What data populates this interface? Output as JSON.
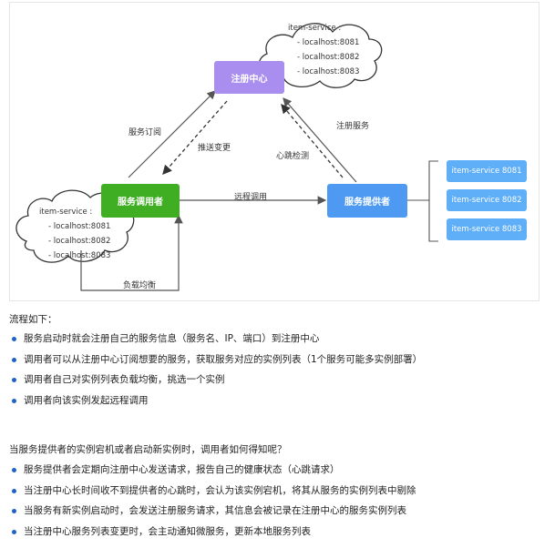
{
  "diagram": {
    "registry_label": "注册中心",
    "consumer_label": "服务调用者",
    "provider_label": "服务提供者",
    "registry_cloud": {
      "title": "item-service :",
      "lines": [
        "- localhost:8081",
        "- localhost:8082",
        "- localhost:8083"
      ]
    },
    "consumer_cloud": {
      "title": "item-service :",
      "lines": [
        "- localhost:8081",
        "- localhost:8082",
        "- localhost:8083"
      ]
    },
    "instances": [
      "item-service 8081",
      "item-service 8082",
      "item-service 8083"
    ],
    "edges": {
      "subscribe": "服务订阅",
      "push": "推送变更",
      "heartbeat": "心跳检测",
      "register": "注册服务",
      "rpc": "远程调用",
      "load_balance": "负载均衡"
    },
    "colors": {
      "registry": "#a98ef0",
      "consumer": "#3fae22",
      "provider": "#4e9af3",
      "instance": "#5eaef8"
    }
  },
  "flow": {
    "heading": "流程如下：",
    "items": [
      "服务启动时就会注册自己的服务信息（服务名、IP、端口）到注册中心",
      "调用者可以从注册中心订阅想要的服务，获取服务对应的实例列表（1个服务可能多实例部署）",
      "调用者自己对实例列表负载均衡，挑选一个实例",
      "调用者向该实例发起远程调用"
    ]
  },
  "question": {
    "heading": "当服务提供者的实例宕机或者启动新实例时，调用者如何得知呢？",
    "items": [
      "服务提供者会定期向注册中心发送请求，报告自己的健康状态（心跳请求）",
      "当注册中心长时间收不到提供者的心跳时，会认为该实例宕机，将其从服务的实例列表中剔除",
      "当服务有新实例启动时，会发送注册服务请求，其信息会被记录在注册中心的服务实例列表",
      "当注册中心服务列表变更时，会主动通知微服务，更新本地服务列表"
    ]
  }
}
